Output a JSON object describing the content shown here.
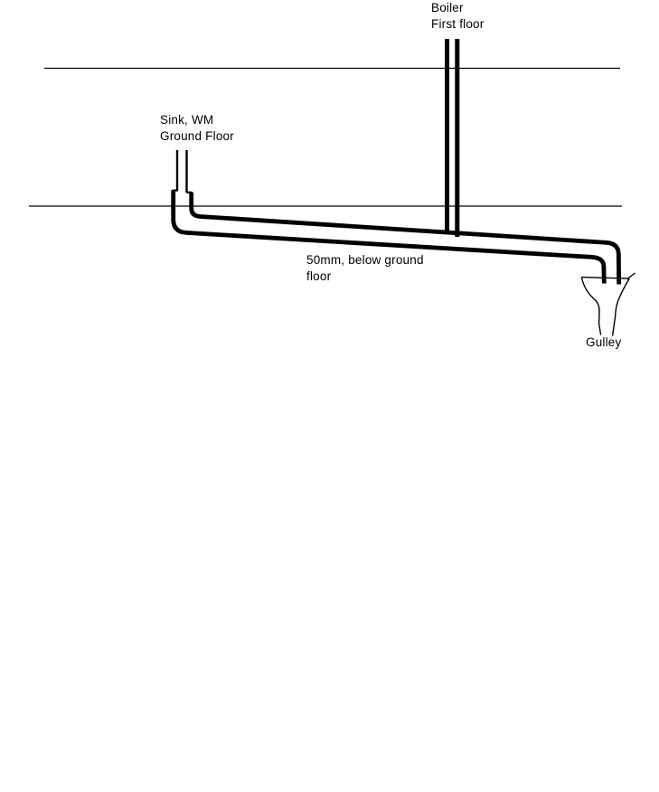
{
  "colors": {
    "ink": "#000000",
    "background": "#ffffff"
  },
  "labels": {
    "boiler": {
      "line1": "Boiler",
      "line2": "First floor"
    },
    "sink": {
      "line1": "Sink, WM",
      "line2": "Ground Floor"
    },
    "drain": {
      "line1": "50mm, below ground",
      "line2": "floor"
    },
    "gulley": {
      "line1": "Gulley"
    }
  }
}
